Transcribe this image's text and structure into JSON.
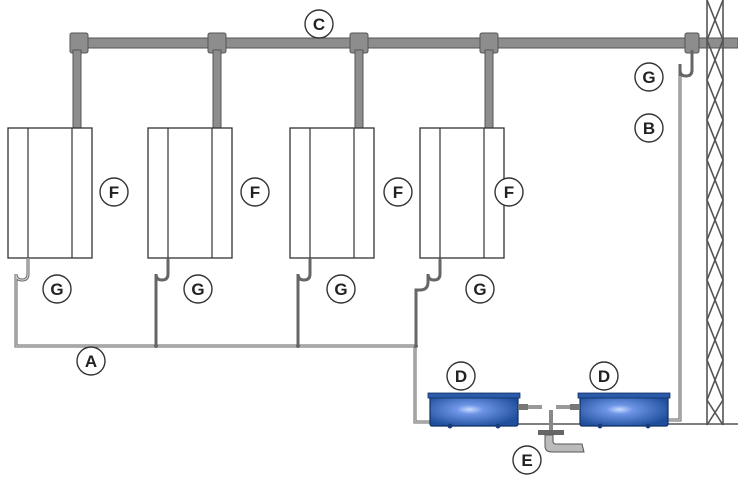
{
  "labels": {
    "a": "A",
    "b": "B",
    "c": "C",
    "d1": "D",
    "d2": "D",
    "e": "E",
    "f1": "F",
    "f2": "F",
    "f3": "F",
    "f4": "F",
    "g1": "G",
    "g2": "G",
    "g3": "G",
    "g4": "G",
    "g5": "G"
  },
  "colors": {
    "pipe": "#8d8d8d",
    "pump_body": "#1f4f9c",
    "pump_glow": "#7fa8ff",
    "outline": "#333333"
  }
}
